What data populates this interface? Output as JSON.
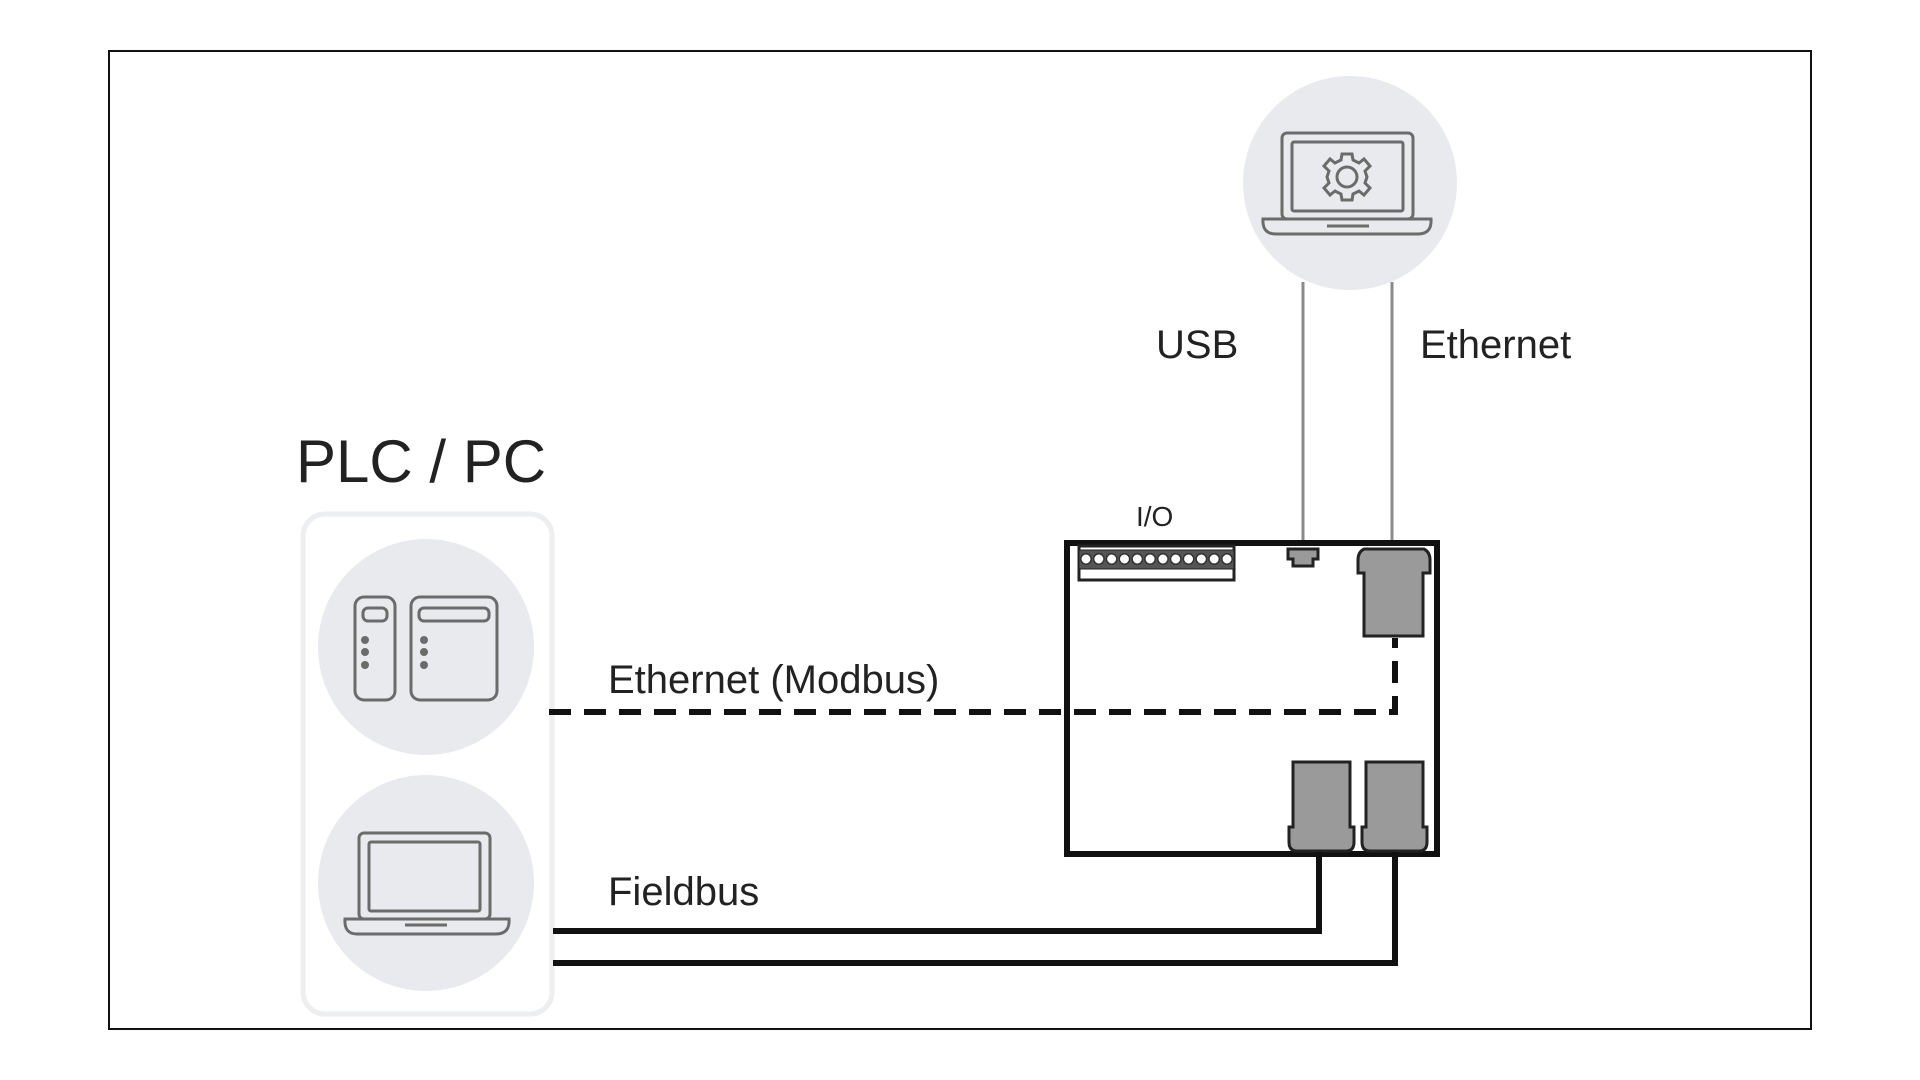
{
  "diagram": {
    "title": "PLC / PC",
    "nodes": {
      "config_laptop": {
        "icon": "laptop-gear-icon"
      },
      "plc": {
        "icon": "plc-module-icon"
      },
      "pc": {
        "icon": "laptop-icon"
      },
      "device": {
        "io_label": "I/O",
        "terminal_count": 12
      }
    },
    "connections": {
      "usb": "USB",
      "ethernet_config": "Ethernet",
      "ethernet_modbus": "Ethernet (Modbus)",
      "fieldbus": "Fieldbus"
    },
    "colors": {
      "circle_fill": "#e8eaed",
      "icon_stroke": "#6b6b6b",
      "connector_fill": "#9a9a9a",
      "line": "#111111",
      "thin_line": "#8a8a8a"
    }
  }
}
